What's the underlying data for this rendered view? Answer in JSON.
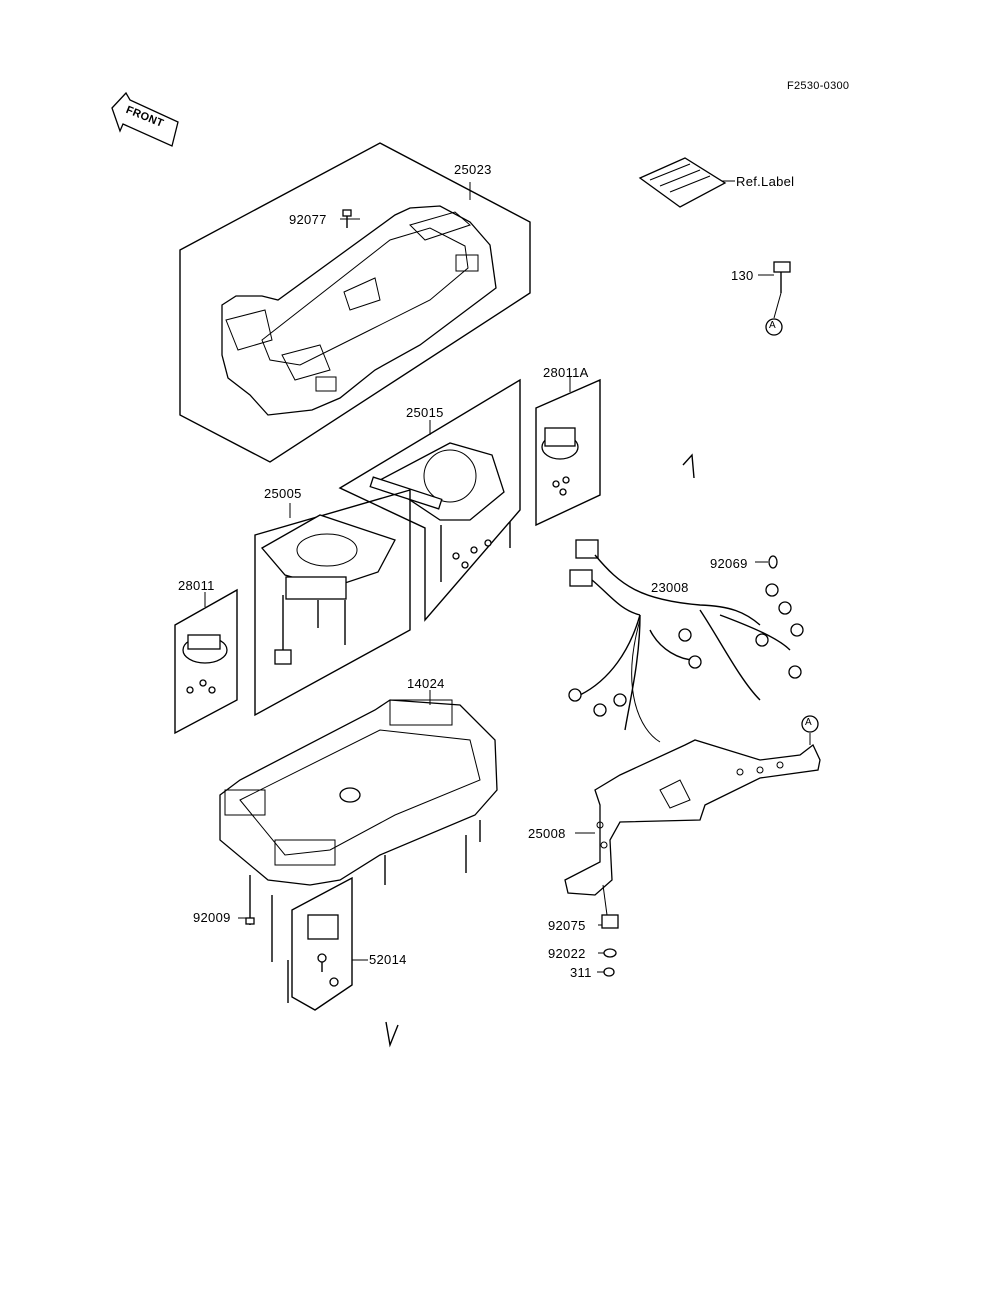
{
  "figure_code": "F2530-0300",
  "front_label": "FRONT",
  "ref_label": "Ref.Label",
  "circle_marker": "A",
  "parts": {
    "p25023": "25023",
    "p92077": "92077",
    "p130": "130",
    "p28011A": "28011A",
    "p25015": "25015",
    "p25005": "25005",
    "p28011": "28011",
    "p92069": "92069",
    "p23008": "23008",
    "p14024": "14024",
    "p25008": "25008",
    "p92009": "92009",
    "p52014": "52014",
    "p92075": "92075",
    "p92022": "92022",
    "p311": "311"
  }
}
